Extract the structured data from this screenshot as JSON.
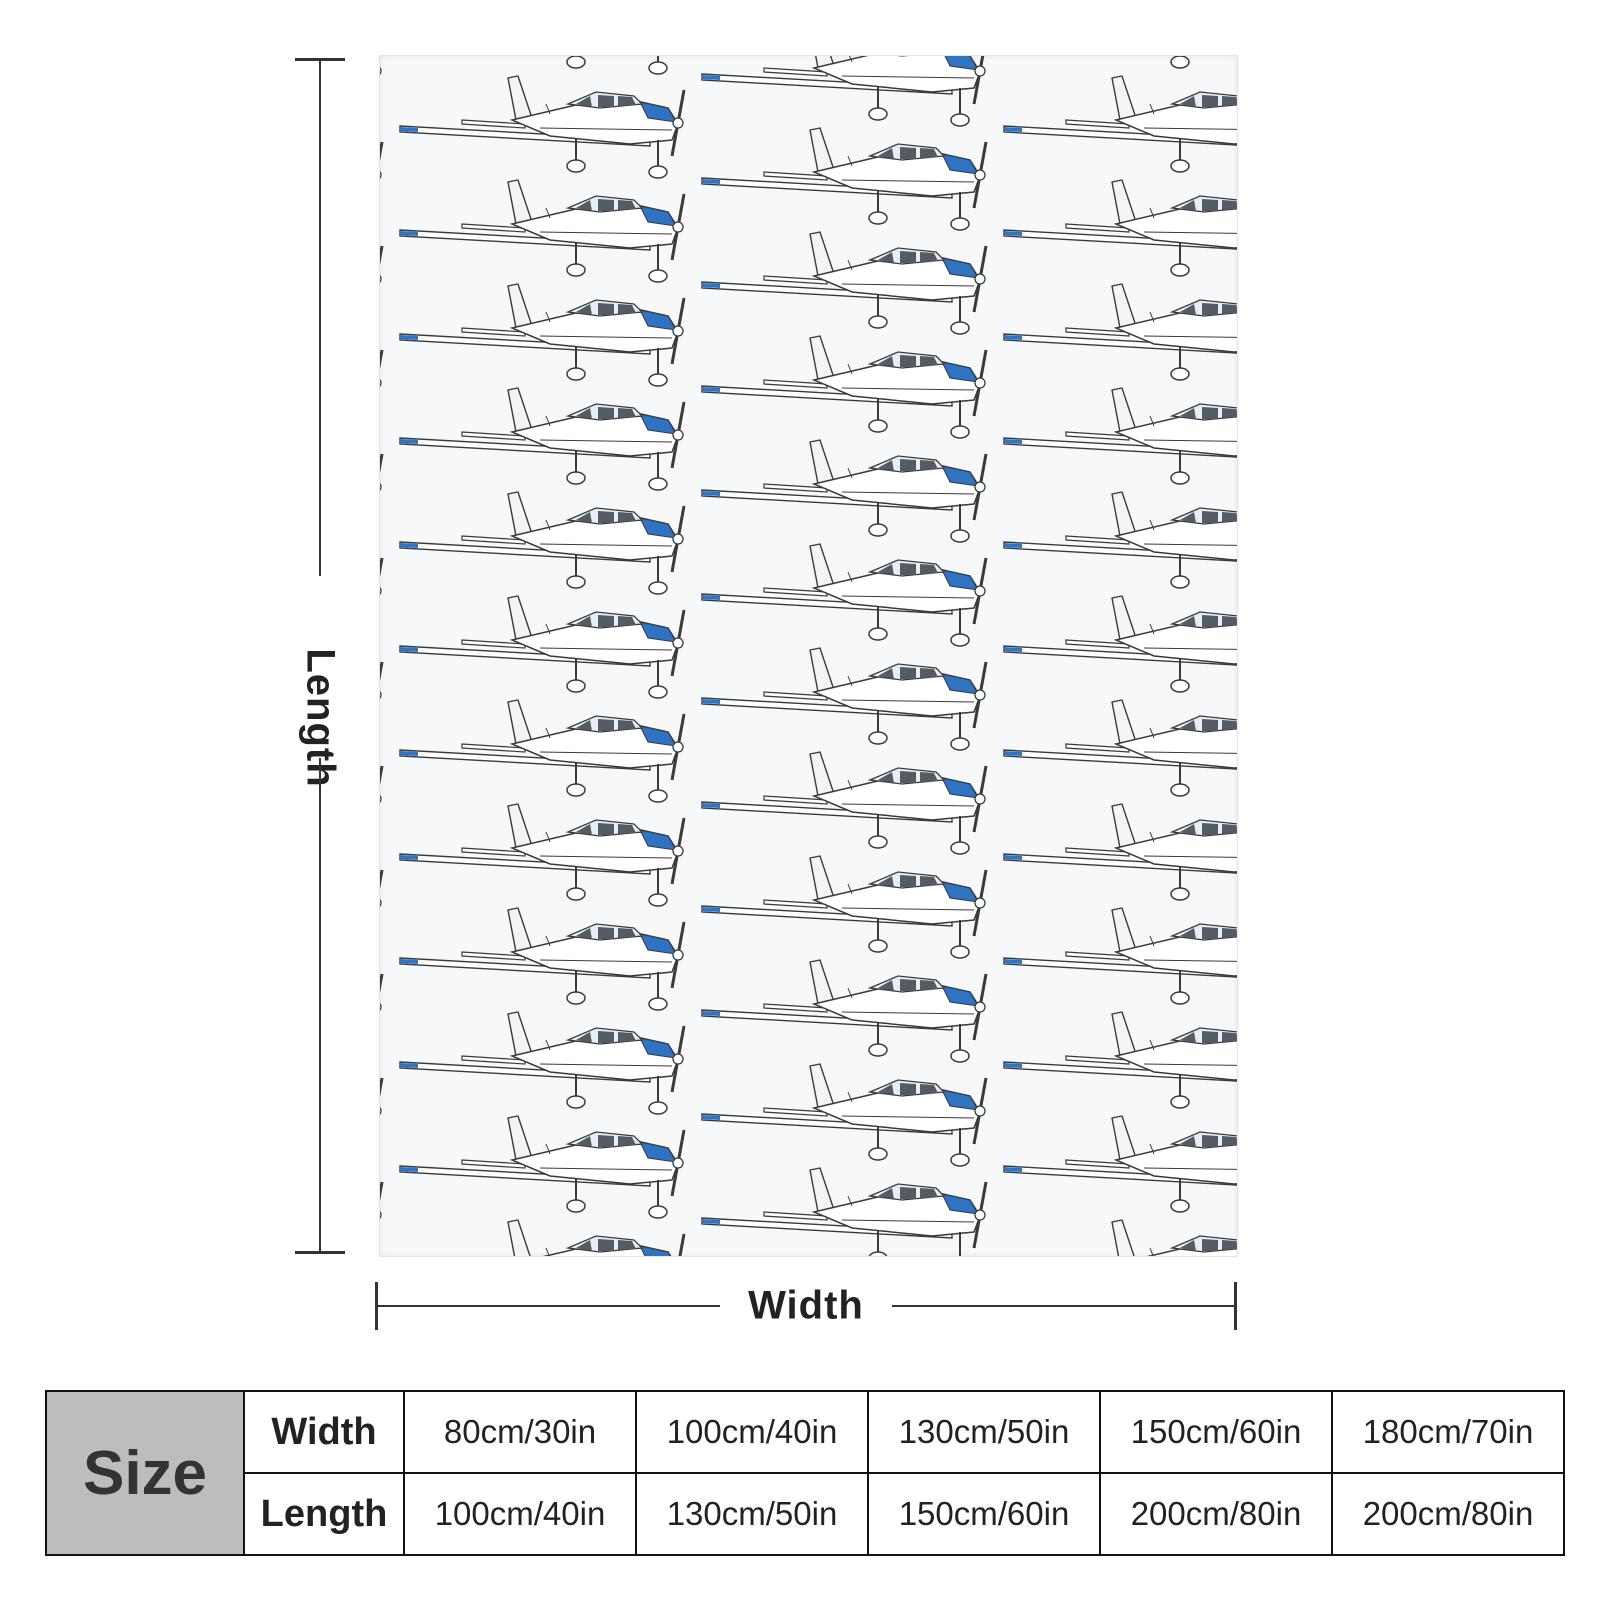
{
  "dimension_labels": {
    "length": "Length",
    "width": "Width"
  },
  "product": {
    "pattern_icon": "airplane-icon",
    "colors": {
      "background": "#f7f8fa",
      "accent_blue": "#2f73c4",
      "outline": "#3a3a3a",
      "body_white": "#ffffff"
    }
  },
  "size_table": {
    "header": "Size",
    "rows": [
      {
        "label": "Width",
        "values": [
          "80cm/30in",
          "100cm/40in",
          "130cm/50in",
          "150cm/60in",
          "180cm/70in"
        ]
      },
      {
        "label": "Length",
        "values": [
          "100cm/40in",
          "130cm/50in",
          "150cm/60in",
          "200cm/80in",
          "200cm/80in"
        ]
      }
    ]
  }
}
